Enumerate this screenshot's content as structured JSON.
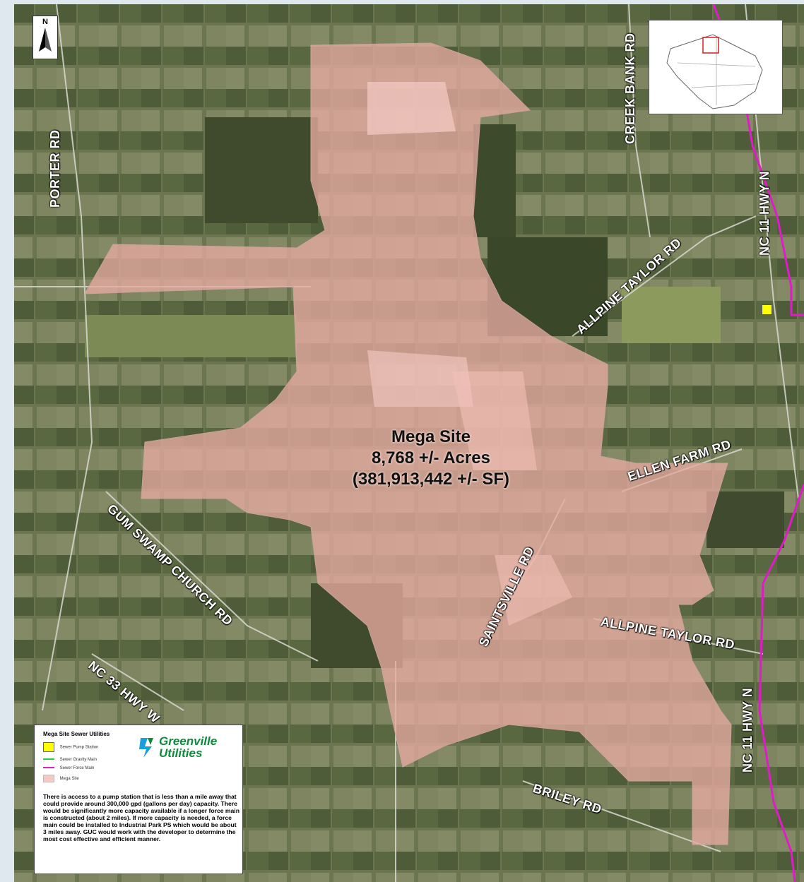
{
  "map": {
    "north_label": "N",
    "site_label": {
      "name": "Mega Site",
      "acres": "8,768 +/- Acres",
      "square_feet": "(381,913,442 +/- SF)"
    },
    "roads": [
      {
        "id": "porter-rd",
        "label": "PORTER RD"
      },
      {
        "id": "creek-bank-rd",
        "label": "CREEK BANK RD"
      },
      {
        "id": "nc-11-hwy-n-upper",
        "label": "NC 11 HWY N"
      },
      {
        "id": "allpine-taylor-rd-upper",
        "label": "ALLPINE TAYLOR RD"
      },
      {
        "id": "ellen-farm-rd",
        "label": "ELLEN FARM RD"
      },
      {
        "id": "gum-swamp-church-rd",
        "label": "GUM SWAMP CHURCH RD"
      },
      {
        "id": "saintsville-rd",
        "label": "SAINTSVILLE RD"
      },
      {
        "id": "allpine-taylor-rd-lower",
        "label": "ALLPINE TAYLOR RD"
      },
      {
        "id": "nc-33-hwy-w",
        "label": "NC 33 HWY W"
      },
      {
        "id": "nc-11-hwy-n-lower",
        "label": "NC 11 HWY N"
      },
      {
        "id": "briley-rd",
        "label": "BRILEY RD"
      }
    ],
    "colors": {
      "site_fill": "#e7aaa1",
      "force_main": "#e01bc8",
      "gravity_main": "#2ecc40",
      "pump_station": "#ffff00"
    }
  },
  "legend": {
    "title": "Mega Site Sewer Utilities",
    "items": [
      {
        "label": "Sewer Pump Station",
        "symbol": "yellow-square"
      },
      {
        "label": "Sewer Gravity Main",
        "symbol": "green-line"
      },
      {
        "label": "Sewer Force Main",
        "symbol": "magenta-line"
      },
      {
        "label": "Mega Site",
        "symbol": "pink-square"
      }
    ],
    "logo_line1": "Greenville",
    "logo_line2": "Utilities",
    "description": "There is access to a pump station that is less than a mile away that could provide around 300,000 gpd (gallons per day) capacity. There would be significantly more capacity available if a longer force main is constructed (about 2 miles). If more capacity is needed, a force main could be installed to Industrial Park PS which would be about 3 miles away. GUC would work with the developer to determine the most cost effective and efficient manner."
  }
}
